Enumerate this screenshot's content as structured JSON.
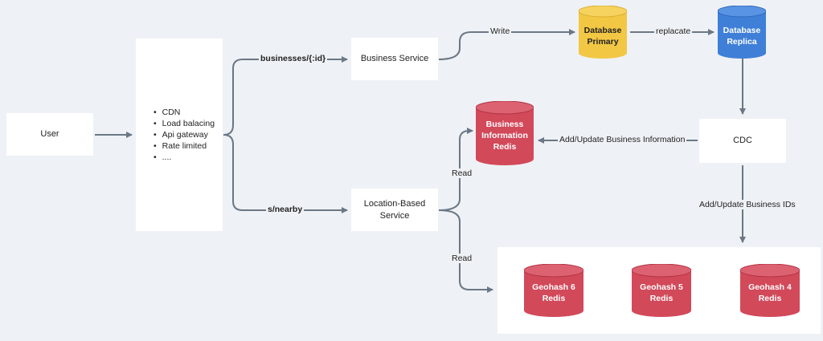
{
  "nodes": {
    "user": "User",
    "gateway_items": [
      "CDN",
      "Load balacing",
      "Api gateway",
      "Rate limited",
      "...."
    ],
    "business_service": "Business Service",
    "location_service_line1": "Location-Based",
    "location_service_line2": "Service",
    "cdc": "CDC",
    "db_primary_line1": "Database",
    "db_primary_line2": "Primary",
    "db_replica_line1": "Database",
    "db_replica_line2": "Replica",
    "biz_redis_line1": "Business",
    "biz_redis_line2": "Information",
    "biz_redis_line3": "Redis",
    "geo6_line1": "Geohash 6",
    "geo6_line2": "Redis",
    "geo5_line1": "Geohash 5",
    "geo5_line2": "Redis",
    "geo4_line1": "Geohash 4",
    "geo4_line2": "Redis"
  },
  "edges": {
    "businesses": "businesses/{:id}",
    "nearby": "s/nearby",
    "write": "Write",
    "replicate": "replacate",
    "add_update_info": "Add/Update Business Information",
    "add_update_ids": "Add/Update Business IDs",
    "read_top": "Read",
    "read_bottom": "Read"
  },
  "colors": {
    "background": "#eef1f5",
    "arrow": "#6b7785",
    "db_primary": "#f2c744",
    "db_replica": "#3f7fd8",
    "redis": "#d2495a"
  }
}
